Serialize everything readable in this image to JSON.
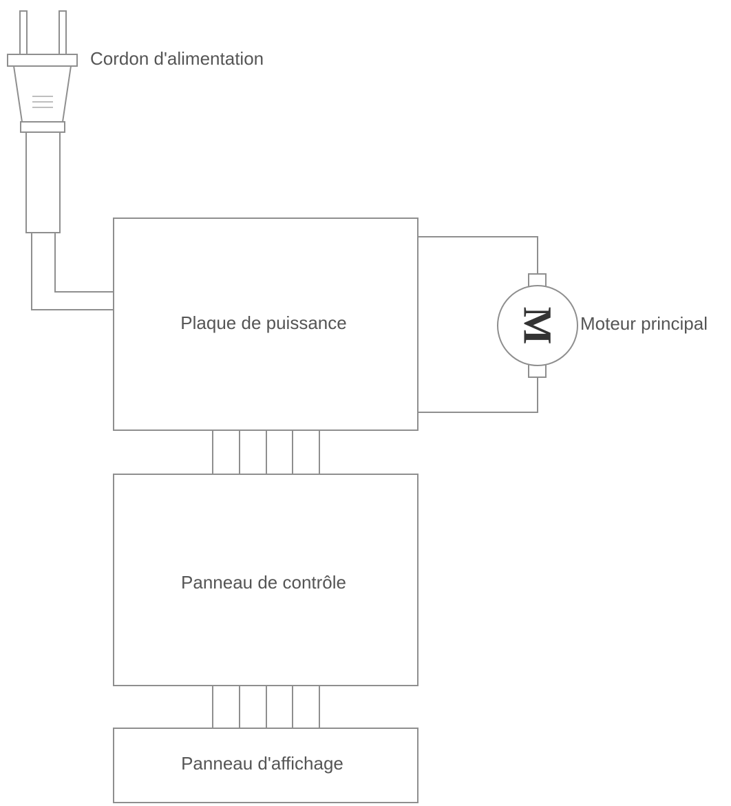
{
  "labels": {
    "power_cord": "Cordon d'alimentation",
    "power_board": "Plaque de puissance",
    "motor": "Moteur principal",
    "control_panel": "Panneau de contrôle",
    "display_panel": "Panneau d'affichage",
    "motor_symbol": "M"
  },
  "colors": {
    "line": "#8e8e8e",
    "text": "#555555"
  }
}
